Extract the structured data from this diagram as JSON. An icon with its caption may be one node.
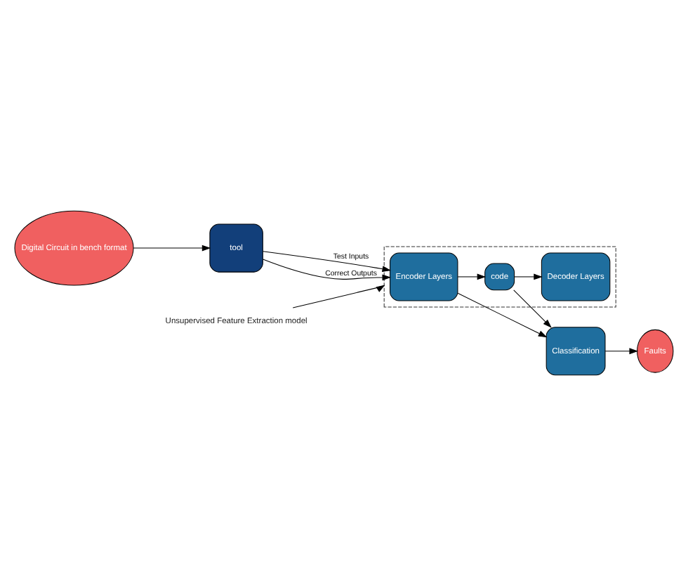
{
  "diagram": {
    "nodes": [
      {
        "text": [
          "Digital Circuit in bench format"
        ]
      },
      {
        "text": [
          "tool"
        ]
      },
      {
        "text": [
          "Unsupervised Feature Extraction model"
        ]
      },
      {
        "text": [],
        "shape": "box"
      },
      {
        "text": [
          "Encoder Layers"
        ],
        "in": 3
      },
      {
        "text": [
          "code"
        ],
        "in": 3
      },
      {
        "text": [
          "Decoder Layers"
        ],
        "in": 3
      },
      {
        "text": [
          "Classification"
        ]
      },
      {
        "text": [
          "Faults"
        ]
      }
    ],
    "edges": [
      {
        "from": 2,
        "to": 3,
        "arrow": "to"
      },
      {
        "from": 0,
        "to": 1,
        "arrow": "to"
      },
      {
        "from": 1,
        "to": 4,
        "arrow": "to",
        "label": "Test Inputs"
      },
      {
        "from": 1,
        "to": 4,
        "arrow": "to",
        "label": "Correct Outputs"
      },
      {
        "from": 4,
        "to": 5,
        "arrow": "to"
      },
      {
        "from": 5,
        "to": 6,
        "arrow": "to"
      },
      {
        "from": 5,
        "to": 7,
        "arrow": "to"
      },
      {
        "from": 4,
        "to": 7,
        "arrow": "to"
      },
      {
        "from": 7,
        "to": 8,
        "arrow": "to"
      }
    ]
  }
}
